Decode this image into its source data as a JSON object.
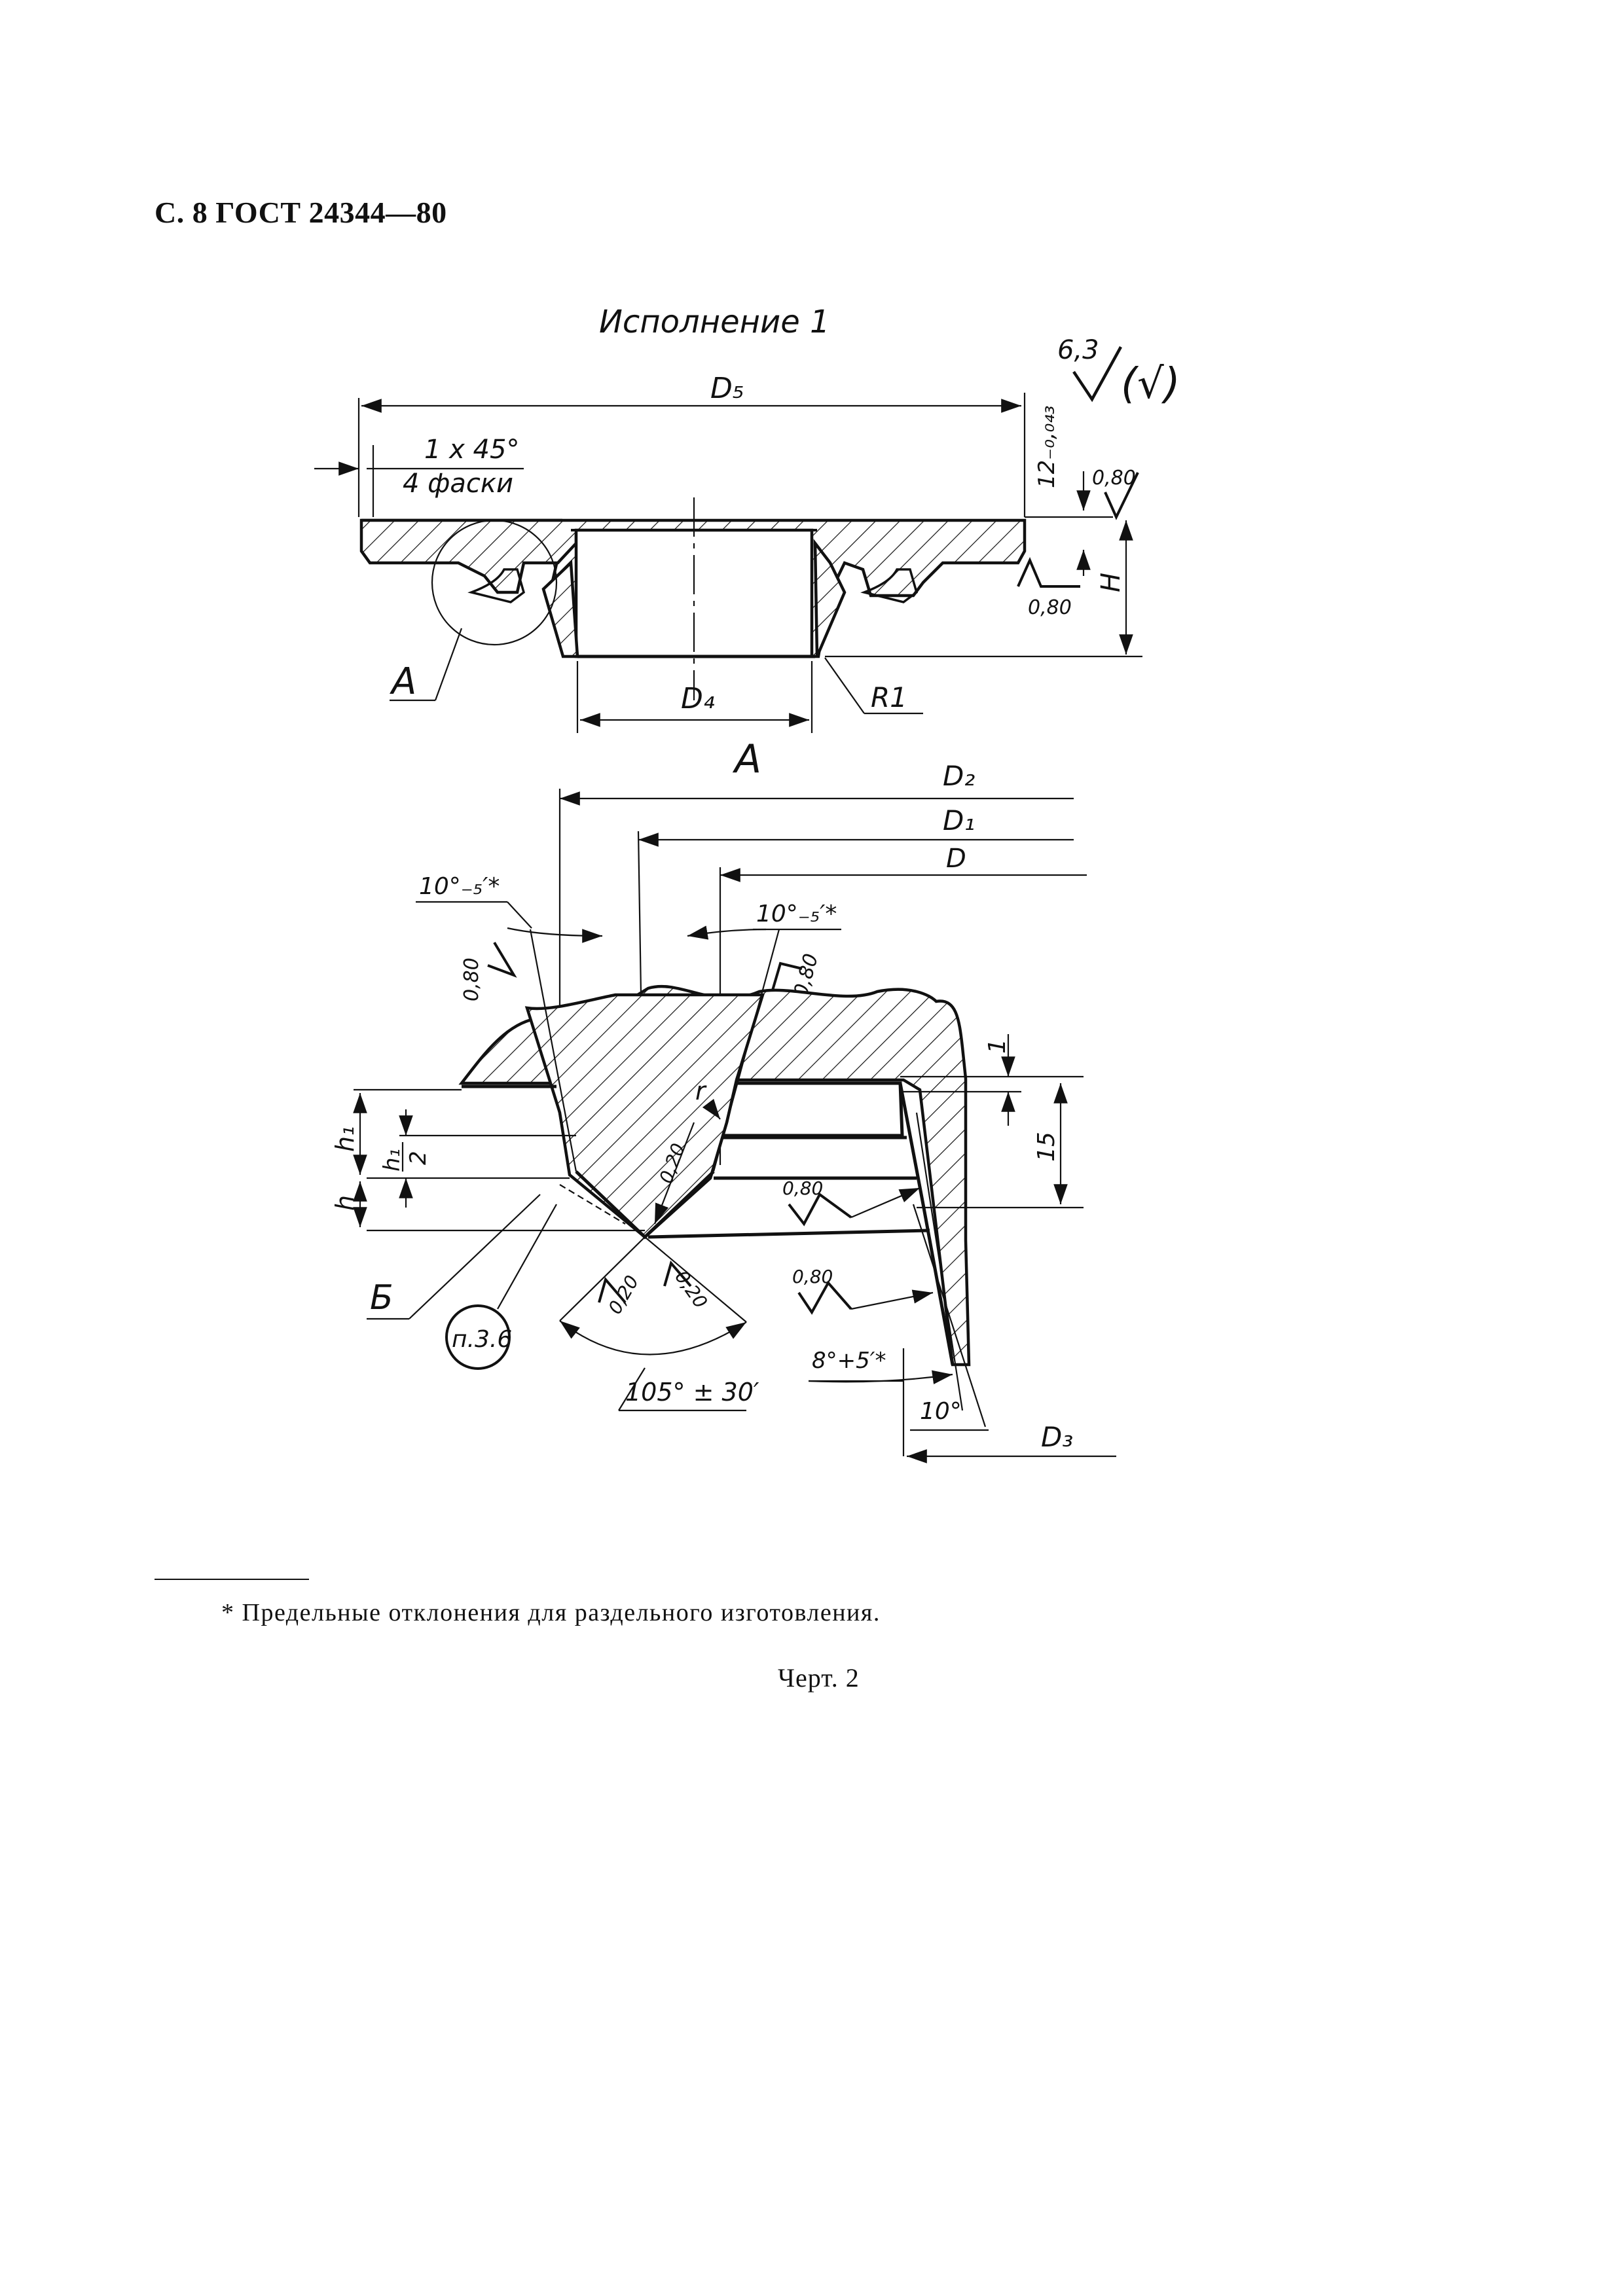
{
  "header": {
    "page_label": "С. 8 ГОСТ 24344—80"
  },
  "drawing": {
    "top_view": {
      "title": "Исполнение 1",
      "dim_d5": "D₅",
      "chamfer_line1": "1 x 45°",
      "chamfer_line2": "4 фаски",
      "roughness_main": "6,3",
      "roughness_paren": "(√)",
      "tol_12": "12₋₀,₀₄₃",
      "rough_080_a": "0,80",
      "rough_080_b": "0,80",
      "dim_h_cap": "H",
      "dim_d4": "D₄",
      "view_a_label": "A",
      "radius_r1": "R1"
    },
    "detail_view": {
      "title": "A",
      "dim_d2": "D₂",
      "dim_d1": "D₁",
      "dim_d": "D",
      "angle_left": "10°₋₅′*",
      "angle_mid": "10°₋₅′*",
      "rough_left": "0,80",
      "rough_mid": "0,80",
      "rough_020_a": "0,20",
      "rough_020_b": "0,20",
      "rough_020_c": "0,20",
      "rough_080_c": "0,80",
      "rough_080_d": "0,80",
      "label_r": "r",
      "dim_1": "1",
      "dim_15": "15",
      "dim_h1": "h₁",
      "dim_h1_half_num": "h₁",
      "dim_h1_half_den": "2",
      "dim_h": "h",
      "label_b": "Б",
      "ref_note": "п.3.6",
      "angle_105": "105° ± 30′",
      "angle_8": "8°+5′*",
      "angle_10": "10°",
      "dim_d3": "D₃"
    }
  },
  "footnote": {
    "text": "* Предельные отклонения для раздельного изготовления."
  },
  "caption": {
    "text": "Черт. 2"
  }
}
